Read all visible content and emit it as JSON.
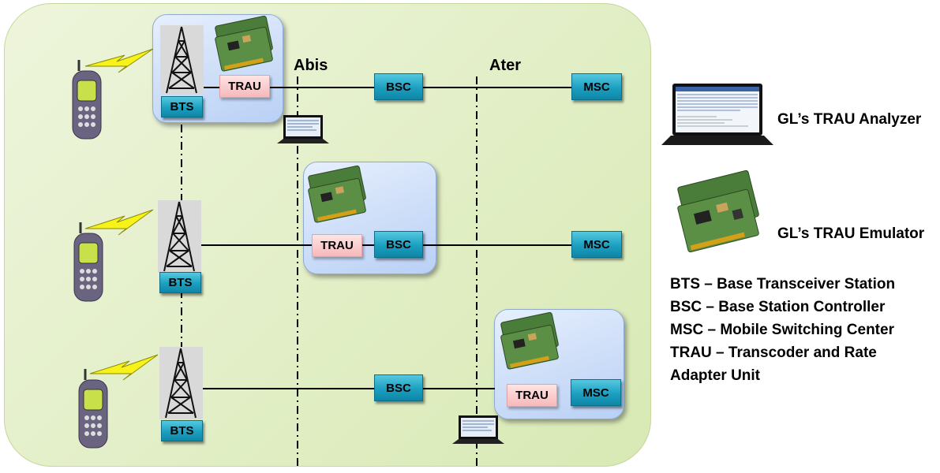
{
  "interfaces": {
    "abis": "Abis",
    "ater": "Ater"
  },
  "rows": [
    {
      "bts": "BTS",
      "trau": "TRAU",
      "bsc": "BSC",
      "msc": "MSC"
    },
    {
      "bts": "BTS",
      "trau": "TRAU",
      "bsc": "BSC",
      "msc": "MSC"
    },
    {
      "bts": "BTS",
      "trau": "TRAU",
      "bsc": "BSC",
      "msc": "MSC"
    }
  ],
  "legend": {
    "analyzer": "GL’s TRAU Analyzer",
    "emulator": "GL’s TRAU Emulator",
    "definitions": [
      "BTS – Base Transceiver Station",
      "BSC – Base Station Controller",
      "MSC – Mobile Switching Center",
      "TRAU – Transcoder and Rate",
      "Adapter Unit"
    ]
  },
  "colors": {
    "node": "#1b9fc0",
    "trau": "#f6b9bb",
    "panel": "#d8e9b4",
    "group": "#b9d0f5"
  }
}
